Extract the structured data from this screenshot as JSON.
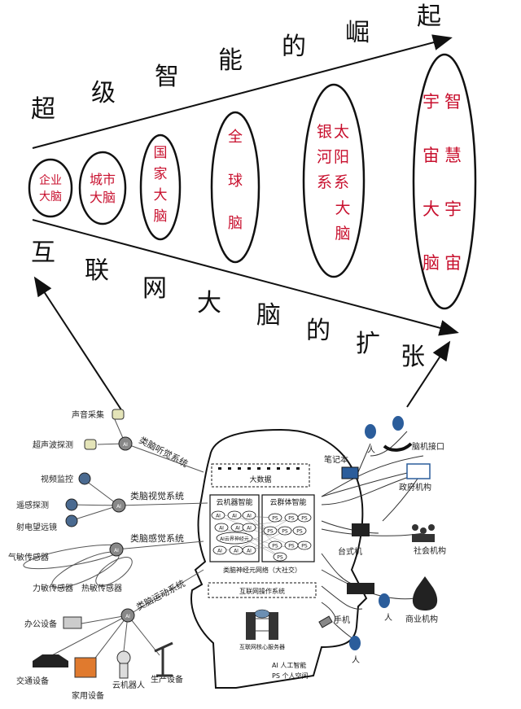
{
  "top_phrase": [
    "超",
    "级",
    "智",
    "能",
    "的",
    "崛",
    "起"
  ],
  "bottom_phrase": [
    "互",
    "联",
    "网",
    "大",
    "脑",
    "的",
    "扩",
    "张"
  ],
  "ellipses": [
    {
      "lines": [
        "企业",
        "大脑"
      ]
    },
    {
      "lines": [
        "城市",
        "大脑"
      ]
    },
    {
      "lines": [
        "国",
        "家",
        "大",
        "脑"
      ]
    },
    {
      "lines": [
        "全",
        "球",
        "脑"
      ]
    },
    {
      "lines": [
        "银太",
        "河阳",
        "系系",
        "大",
        "脑"
      ]
    },
    {
      "lines": [
        "宇智",
        "宙慧",
        "大宇",
        "脑宙"
      ]
    }
  ],
  "brain": {
    "big_data": "大数据",
    "cloud_robot": "云机器智能",
    "cloud_group": "云群体智能",
    "ai_node": "AI",
    "ps_node": "PS",
    "ai_center": "AI云界神经元",
    "neural_net": "类脑神经元网络（大社交）",
    "os": "互联网操作系统",
    "server": "互联网核心服务器",
    "legend_ai": "AI 人工智能",
    "legend_ps": "PS 个人空间"
  },
  "left_systems": [
    {
      "name": "类脑听觉系统",
      "devices": [
        "声音采集",
        "超声波探测"
      ]
    },
    {
      "name": "类脑视觉系统",
      "devices": [
        "视频监控",
        "遥感探测",
        "射电望远镜"
      ]
    },
    {
      "name": "类脑感觉系统",
      "devices": [
        "气敏传感器",
        "力敏传感器",
        "热敏传感器"
      ]
    },
    {
      "name": "类脑运动系统",
      "devices": [
        "办公设备",
        "交通设备",
        "家用设备",
        "云机器人",
        "生产设备"
      ]
    }
  ],
  "right_nodes": {
    "bci": "脑机接口",
    "laptop": "笔记本",
    "gov": "政府机构",
    "desktop": "台式机",
    "org": "社会机构",
    "business": "商业机构",
    "phone": "手机",
    "person": "人"
  },
  "colors": {
    "ellipse_text": "#c8102e",
    "ellipse_stroke": "#111111"
  }
}
